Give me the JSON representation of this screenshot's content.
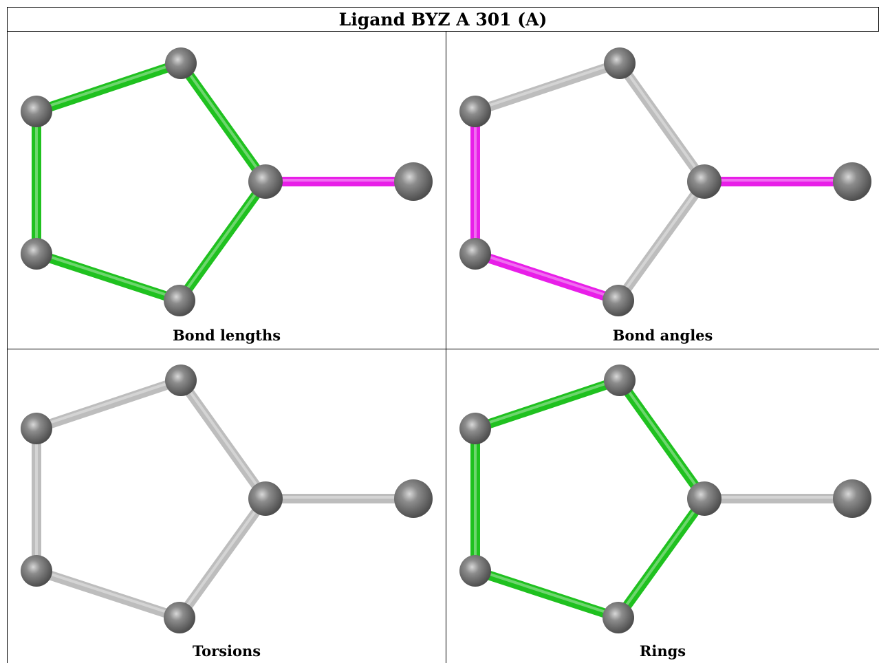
{
  "title": "Ligand BYZ A 301 (A)",
  "colors": {
    "green": "#1fc11f",
    "magenta": "#e81ee8",
    "grey": "#bdbdbd",
    "atom": "#7a7a7a"
  },
  "panels": [
    {
      "caption": "Bond lengths",
      "bond_colors": [
        "green",
        "green",
        "green",
        "green",
        "green",
        "magenta"
      ]
    },
    {
      "caption": "Bond angles",
      "bond_colors": [
        "grey",
        "magenta",
        "magenta",
        "grey",
        "grey",
        "magenta"
      ]
    },
    {
      "caption": "Torsions",
      "bond_colors": [
        "grey",
        "grey",
        "grey",
        "grey",
        "grey",
        "grey"
      ]
    },
    {
      "caption": "Rings",
      "bond_colors": [
        "green",
        "green",
        "green",
        "green",
        "green",
        "grey"
      ]
    }
  ]
}
